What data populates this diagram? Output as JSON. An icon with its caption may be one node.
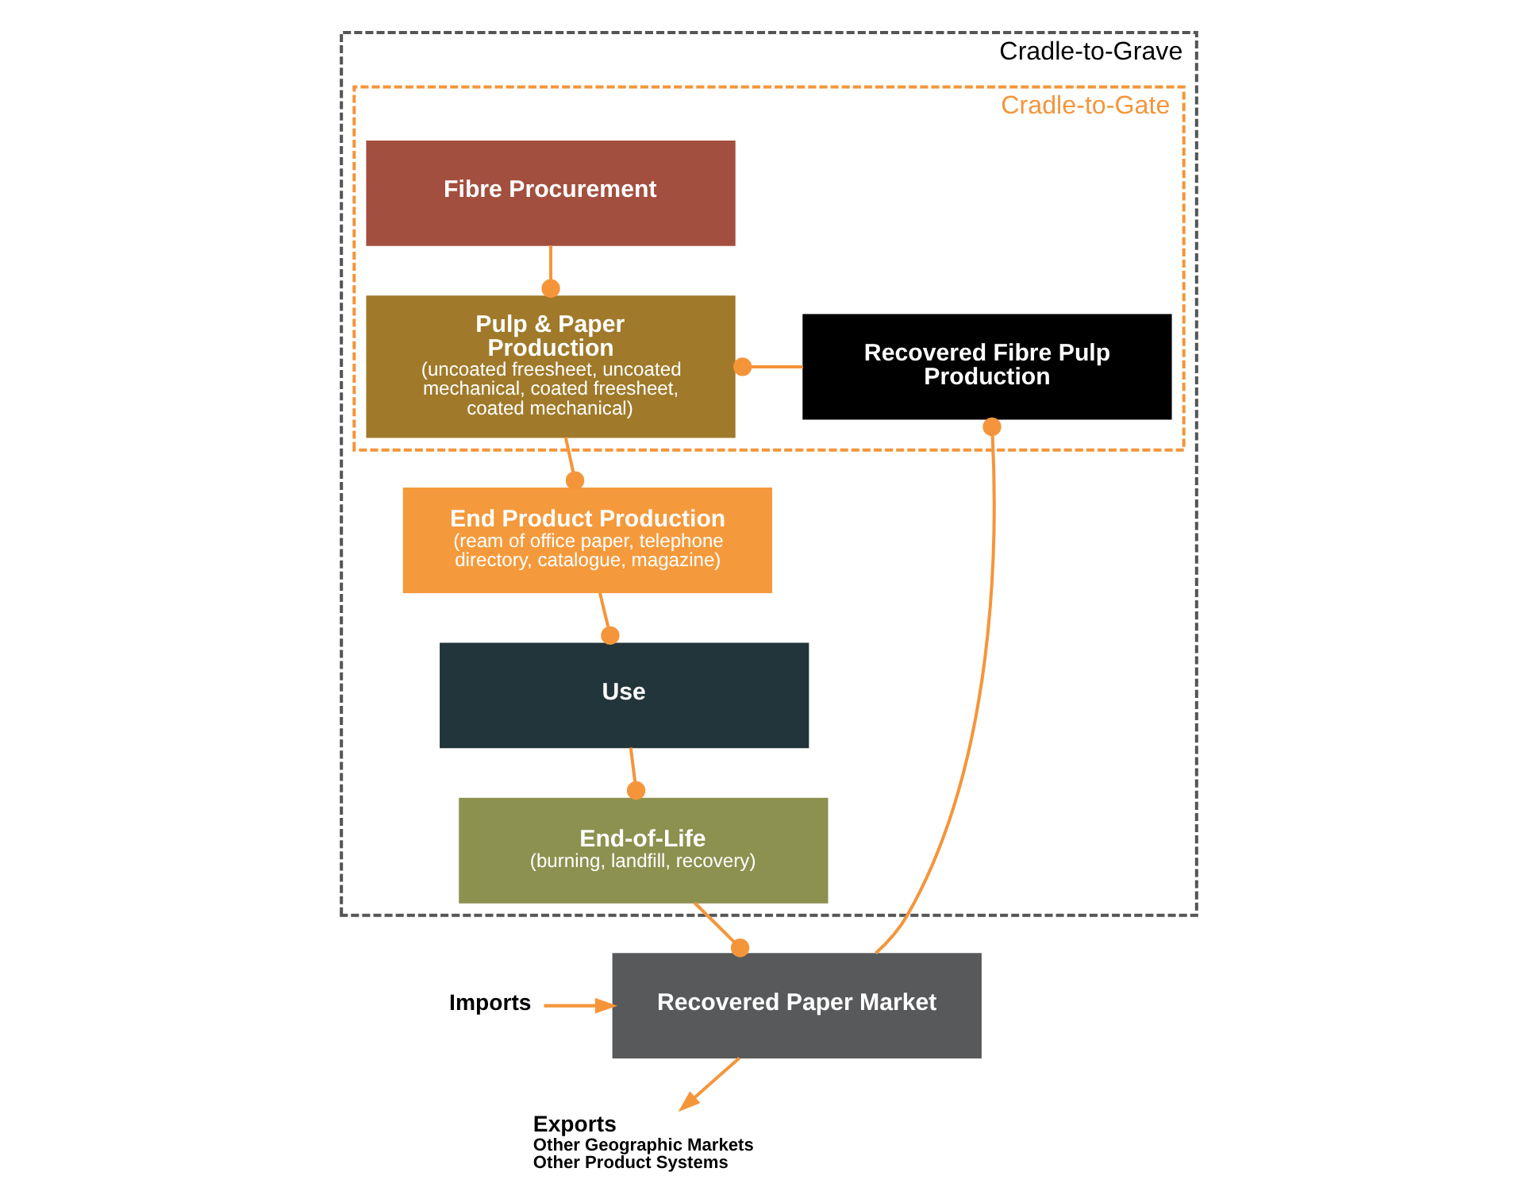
{
  "diagram": {
    "nodes": [
      {
        "text": [
          "Cradle-to-Grave"
        ]
      },
      {
        "text": [
          "Cradle-to-Gate"
        ],
        "in": 0
      },
      {
        "text": [
          "Fibre Procurement"
        ],
        "in": 1
      },
      {
        "text": [
          "Pulp & Paper Production",
          "(uncoated freesheet, uncoated mechanical, coated freesheet, coated mechanical)"
        ],
        "in": 1
      },
      {
        "text": [
          "Recovered Fibre Pulp Production"
        ],
        "in": 1
      },
      {
        "text": [
          "End Product Production",
          "(ream of office paper, telephone directory, catalogue, magazine)"
        ],
        "in": 0
      },
      {
        "text": [
          "Use"
        ],
        "in": 0
      },
      {
        "text": [
          "End-of-Life",
          "(burning, landfill, recovery)"
        ],
        "in": 0
      },
      {
        "text": [
          "Recovered Paper Market"
        ]
      },
      {
        "text": [
          "Imports"
        ]
      },
      {
        "text": [
          "Exports",
          "Other Geographic Markets",
          "Other Product Systems"
        ]
      }
    ],
    "edges": [
      {
        "from": 2,
        "to": 3,
        "arrow": "other"
      },
      {
        "from": 4,
        "to": 3,
        "arrow": "other"
      },
      {
        "from": 3,
        "to": 5,
        "arrow": "other"
      },
      {
        "from": 5,
        "to": 6,
        "arrow": "other"
      },
      {
        "from": 6,
        "to": 7,
        "arrow": "other"
      },
      {
        "from": 8,
        "to": 4,
        "arrow": "other"
      },
      {
        "from": 7,
        "to": 8,
        "arrow": "other"
      },
      {
        "from": 9,
        "to": 8,
        "arrow": "to"
      },
      {
        "from": 8,
        "to": 10,
        "arrow": "to"
      }
    ]
  }
}
